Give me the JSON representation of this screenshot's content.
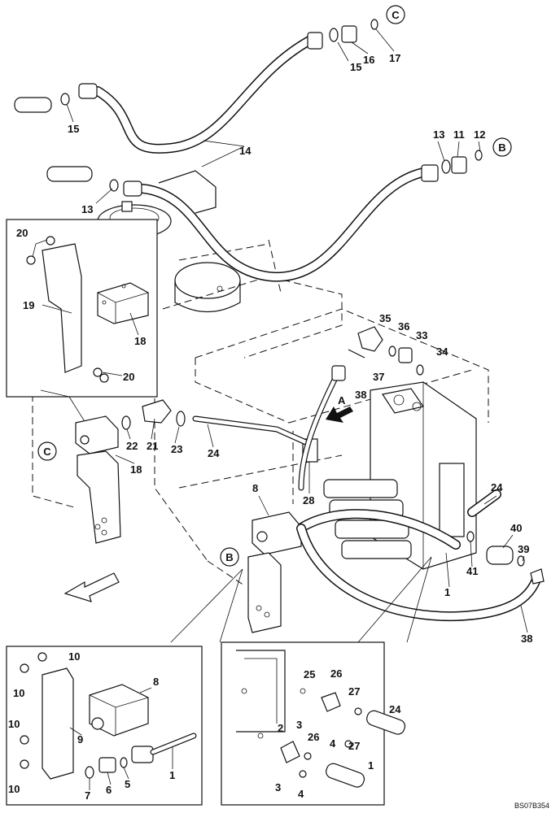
{
  "diagram": {
    "callouts": {
      "c1": "1",
      "c1b": "1",
      "c1c": "1",
      "c2": "2",
      "c3a": "3",
      "c3b": "3",
      "c4a": "4",
      "c4b": "4",
      "c5": "5",
      "c6": "6",
      "c7": "7",
      "c8a": "8",
      "c8b": "8",
      "c9": "9",
      "c10a": "10",
      "c10b": "10",
      "c10c": "10",
      "c10d": "10",
      "c11": "11",
      "c12": "12",
      "c13a": "13",
      "c13b": "13",
      "c14": "14",
      "c15a": "15",
      "c15b": "15",
      "c16": "16",
      "c17": "17",
      "c18a": "18",
      "c18b": "18",
      "c19": "19",
      "c20a": "20",
      "c20b": "20",
      "c21": "21",
      "c22": "22",
      "c23": "23",
      "c24a": "24",
      "c24b": "24",
      "c24c": "24",
      "c25": "25",
      "c26a": "26",
      "c26b": "26",
      "c27a": "27",
      "c27b": "27",
      "c28": "28",
      "c33": "33",
      "c34": "34",
      "c35": "35",
      "c36": "36",
      "c37": "37",
      "c38a": "38",
      "c38b": "38",
      "c39": "39",
      "c40": "40",
      "c41": "41"
    },
    "connectors": {
      "B_top": "B",
      "C_top": "C",
      "C_side": "C",
      "B_side": "B"
    },
    "view_label": "A",
    "drawing_number": "BS07B354"
  }
}
